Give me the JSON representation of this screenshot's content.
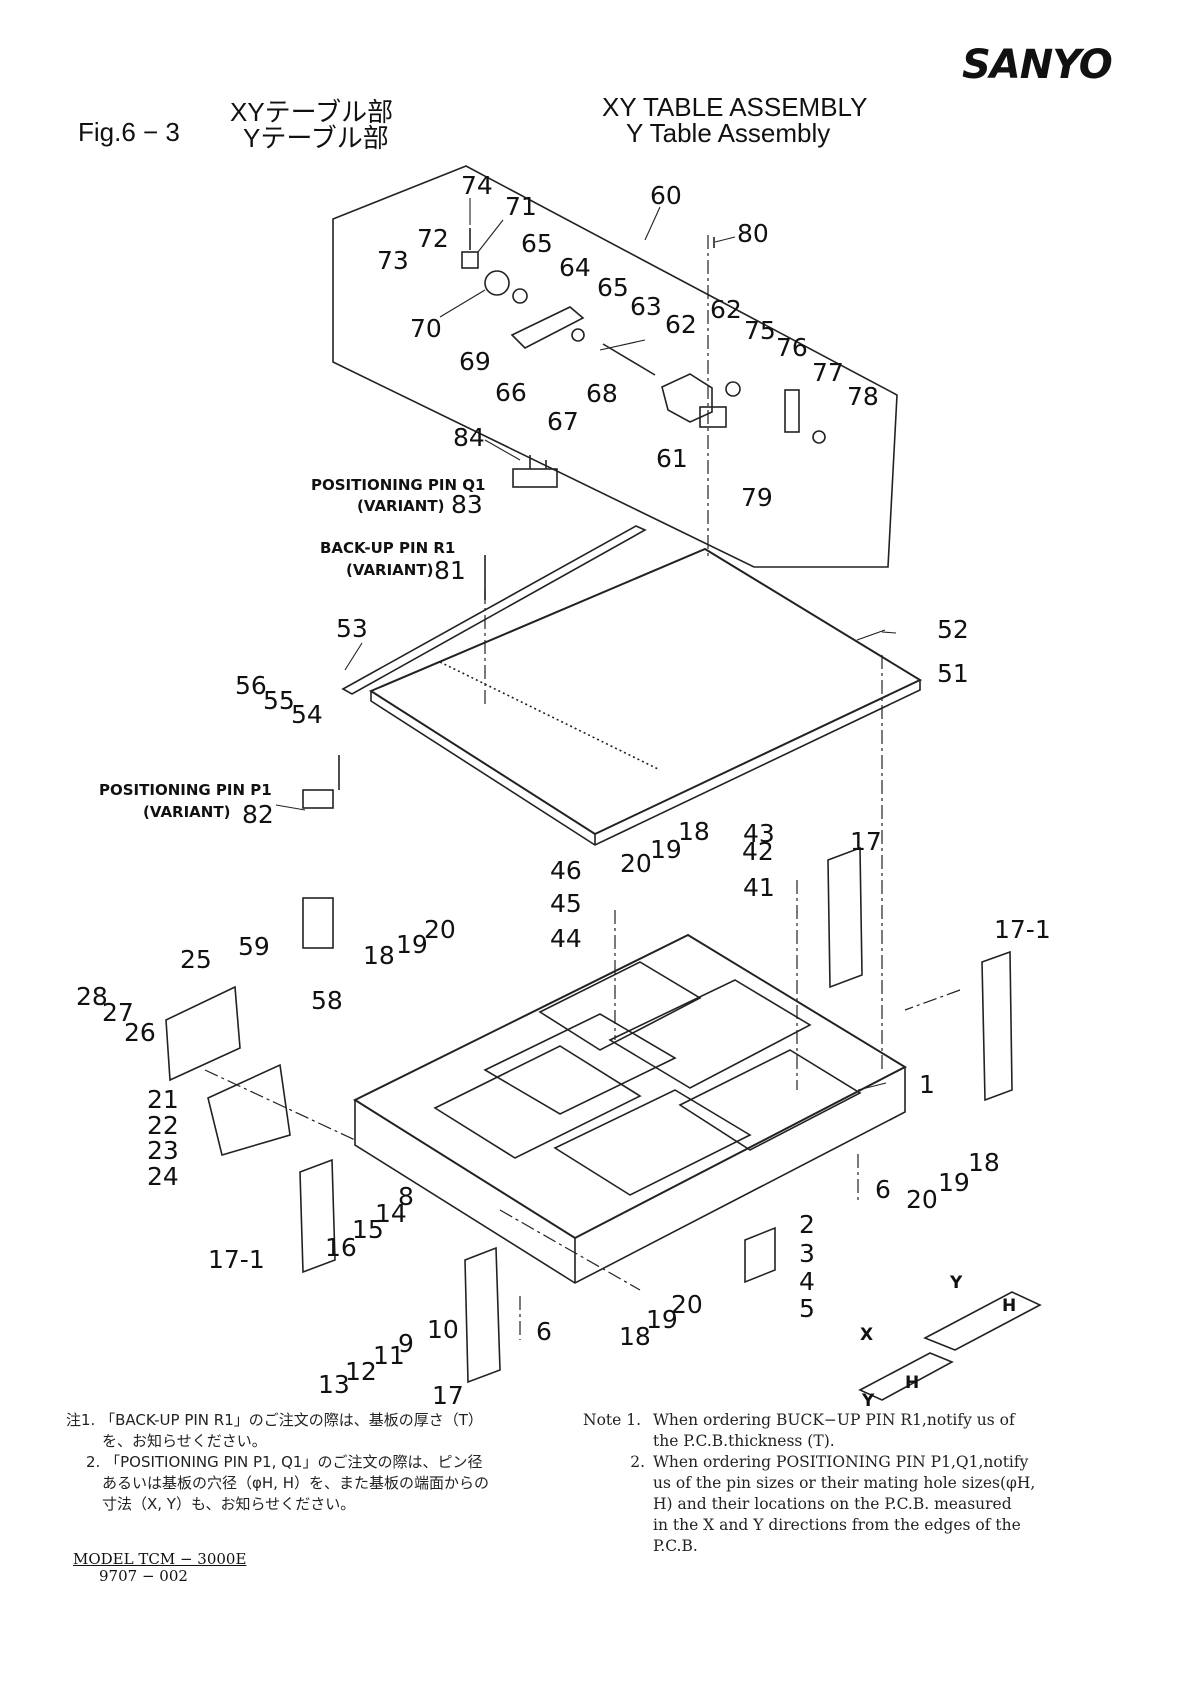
{
  "brand": "SANYO",
  "header": {
    "fig": "Fig.6 − 3",
    "jp_line1": "XYテーブル部",
    "jp_line2": "Yテーブル部",
    "en_line1": "XY  TABLE  ASSEMBLY",
    "en_line2": "Y  Table  Assembly"
  },
  "callouts": {
    "c74": "74",
    "c71": "71",
    "c60": "60",
    "c72": "72",
    "c73": "73",
    "c65a": "65",
    "c80": "80",
    "c64": "64",
    "c65b": "65",
    "c70": "70",
    "c63": "63",
    "c62a": "62",
    "c62b": "62",
    "c75": "75",
    "c76": "76",
    "c69": "69",
    "c77": "77",
    "c66": "66",
    "c68": "68",
    "c78": "78",
    "c67": "67",
    "c84": "84",
    "c61": "61",
    "c79": "79",
    "c83": "83",
    "c81": "81",
    "c53": "53",
    "c52": "52",
    "c51": "51",
    "c56": "56",
    "c55": "55",
    "c54": "54",
    "c82": "82",
    "c43": "43",
    "c17a": "17",
    "c42": "42",
    "c46": "46",
    "c20a": "20",
    "c19a": "19",
    "c18a": "18",
    "c41": "41",
    "c45": "45",
    "c44": "44",
    "c17_1a": "17-1",
    "c20b": "20",
    "c19b": "19",
    "c18b": "18",
    "c25": "25",
    "c59": "59",
    "c28": "28",
    "c27": "27",
    "c26": "26",
    "c58": "58",
    "c1": "1",
    "c21": "21",
    "c22": "22",
    "c23": "23",
    "c24": "24",
    "c18c": "18",
    "c19c": "19",
    "c20c": "20",
    "c6a": "6",
    "c8": "8",
    "c14": "14",
    "c15": "15",
    "c16": "16",
    "c17_1b": "17-1",
    "c2": "2",
    "c3": "3",
    "c4": "4",
    "c5": "5",
    "c20d": "20",
    "c19d": "19",
    "c18d": "18",
    "c10": "10",
    "c9": "9",
    "c11": "11",
    "c12": "12",
    "c13": "13",
    "c6b": "6",
    "c17b": "17"
  },
  "variants": {
    "q1_name": "POSITIONING PIN Q1",
    "q1_variant": "(VARIANT)",
    "r1_name": "BACK-UP PIN R1",
    "r1_variant": "(VARIANT)",
    "p1_name": "POSITIONING PIN P1",
    "p1_variant": "(VARIANT)"
  },
  "inset": {
    "y1": "Y",
    "h1": "H",
    "x": "X",
    "h2": "H",
    "y2": "Y"
  },
  "notes_jp": {
    "n1_label": "注1.",
    "n1_line1": "「BACK-UP PIN R1」のご注文の際は、基板の厚さ（T）",
    "n1_line2": "を、お知らせください。",
    "n2_label": "2.",
    "n2_line1": "「POSITIONING PIN P1, Q1」のご注文の際は、ピン径",
    "n2_line2": "あるいは基板の穴径（φH, H）を、また基板の端面からの",
    "n2_line3": "寸法（X, Y）も、お知らせください。"
  },
  "notes_en": {
    "n1_label": "Note 1.",
    "n1_line1": "When ordering BUCK−UP PIN R1,notify us of",
    "n1_line2": "the P.C.B.thickness (T).",
    "n2_label": "2.",
    "n2_line1": "When ordering POSITIONING PIN P1,Q1,notify",
    "n2_line2": "us of the pin sizes or their mating hole sizes(φH,",
    "n2_line3": "H) and their locations on the P.C.B. measured",
    "n2_line4": "in the X and Y directions from the edges of the",
    "n2_line5": "P.C.B."
  },
  "footer": {
    "model": "MODEL  TCM − 3000E",
    "code": "9707 − 002"
  }
}
